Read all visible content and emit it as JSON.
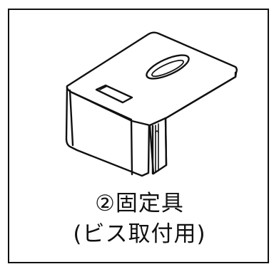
{
  "caption": {
    "title": "②固定具",
    "subtitle": "(ビス取付用)"
  },
  "colors": {
    "stroke": "#111111",
    "background": "#ffffff"
  },
  "illustration": {
    "icon": "fixing-bracket-drawing"
  }
}
